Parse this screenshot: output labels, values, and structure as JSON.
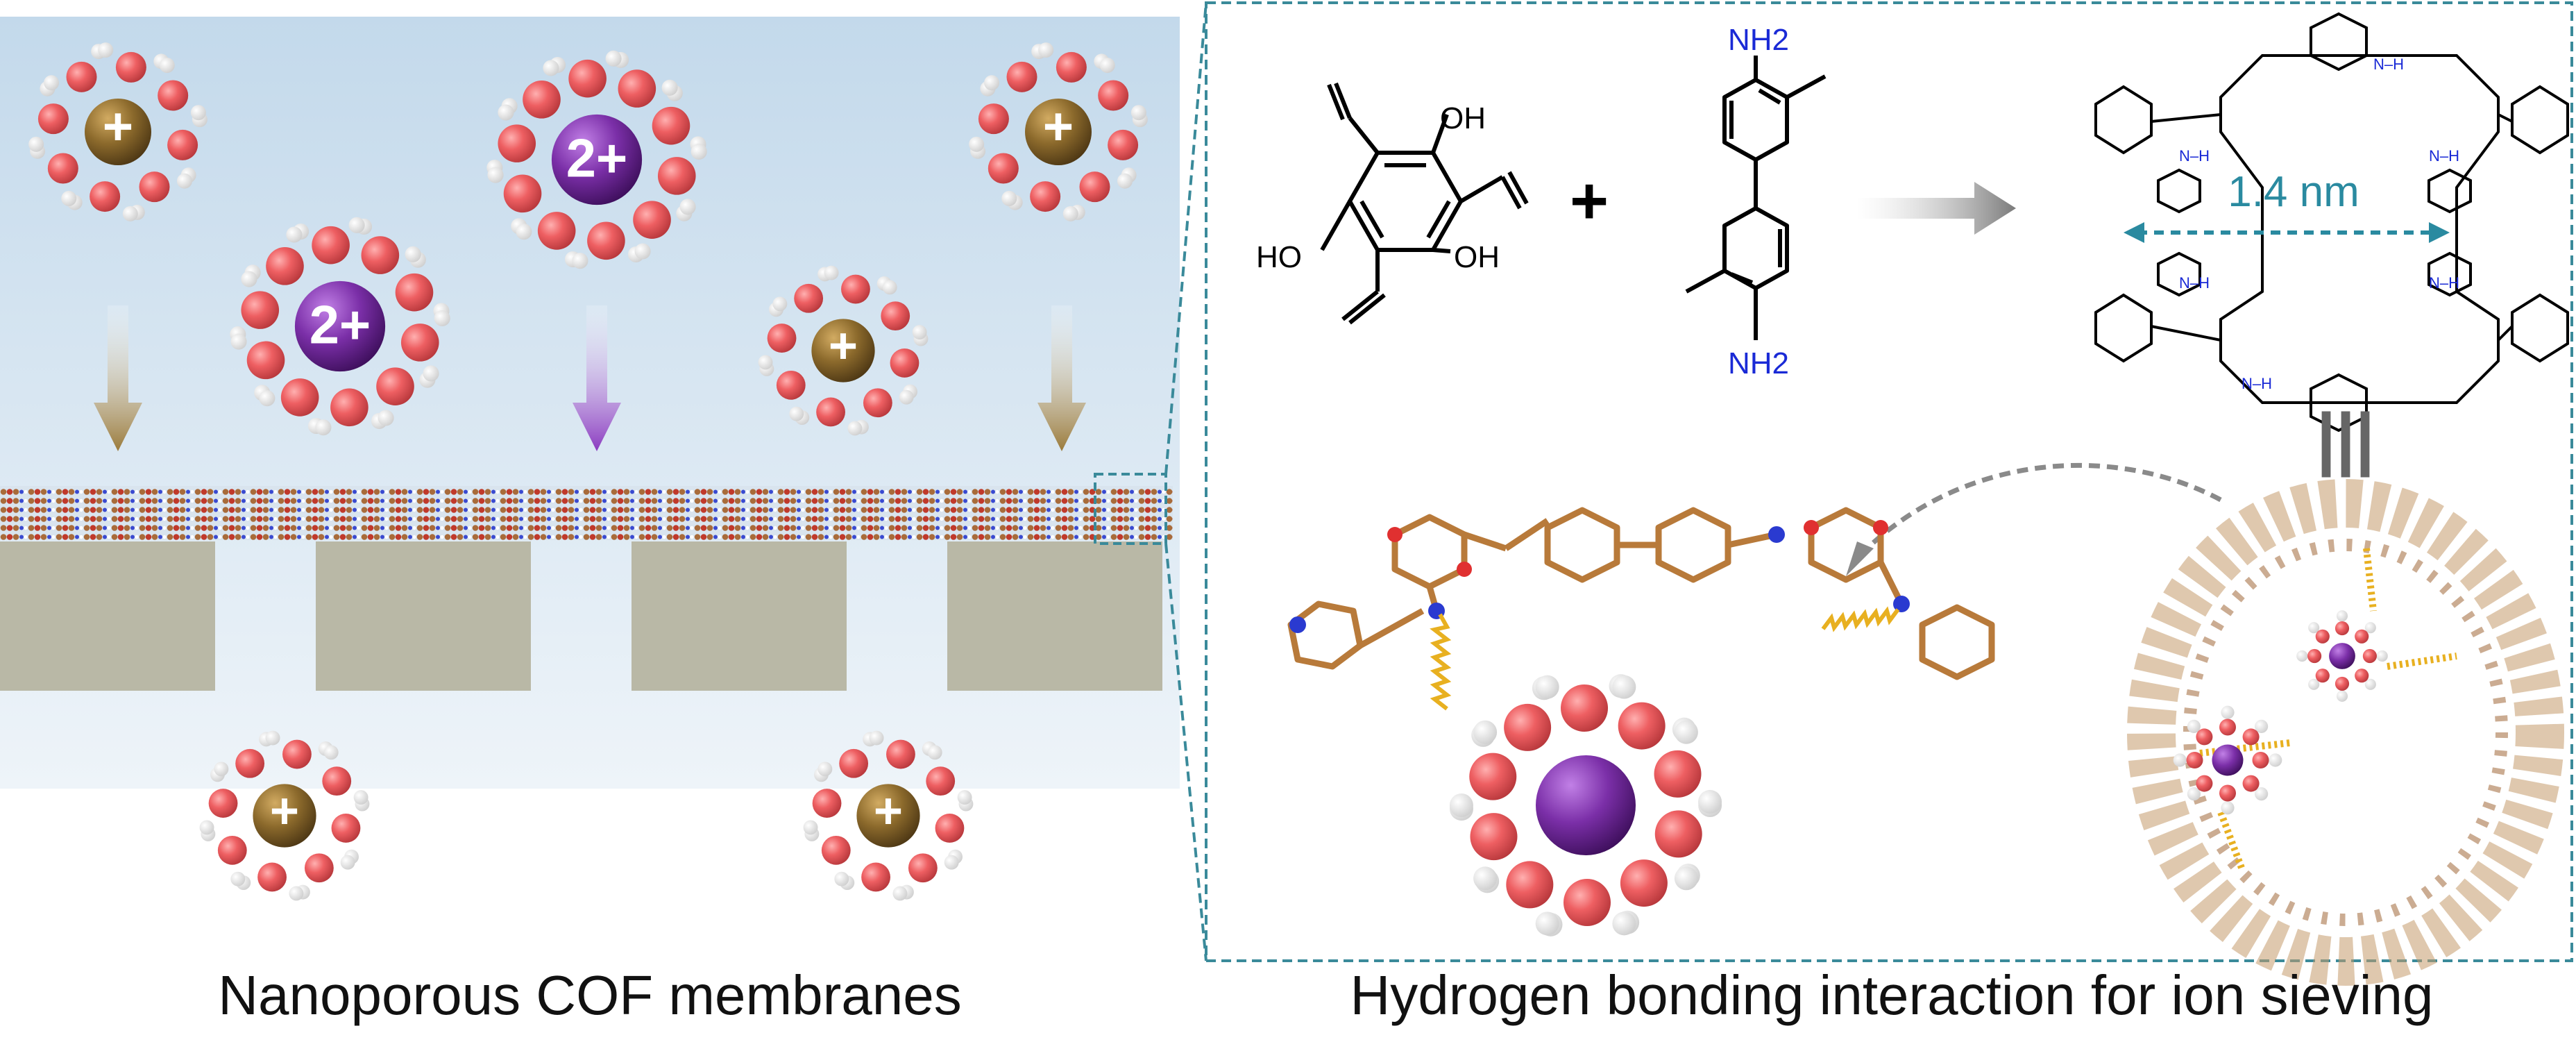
{
  "captions": {
    "left": "Nanoporous COF membranes",
    "right": "Hydrogen bonding interaction for ion sieving"
  },
  "ion_labels": {
    "monovalent": "+",
    "divalent": "2+"
  },
  "chemistry": {
    "aldehyde": {
      "substituent_oh": "OH",
      "substituent_ho": "HO"
    },
    "plus_sign": "+",
    "amine": {
      "group": "NH2"
    },
    "imine_nh": "N–H",
    "pore_size": "1.4 nm",
    "equivalence": "|||"
  },
  "colors": {
    "monovalent_ion": "#8a6a2a",
    "divalent_ion": "#7b2fa8",
    "oxygen": "#e8565a",
    "hydrogen": "#f2f2f2",
    "support_block": "#b9b8a6",
    "sky_top": "#c7dcec",
    "accent_dash": "#3a8a9a",
    "pore_label": "#2a8aa0",
    "nitrogen": "#1a2ad6",
    "carbon": "#b87a3a",
    "hbond": "#e8b020"
  }
}
